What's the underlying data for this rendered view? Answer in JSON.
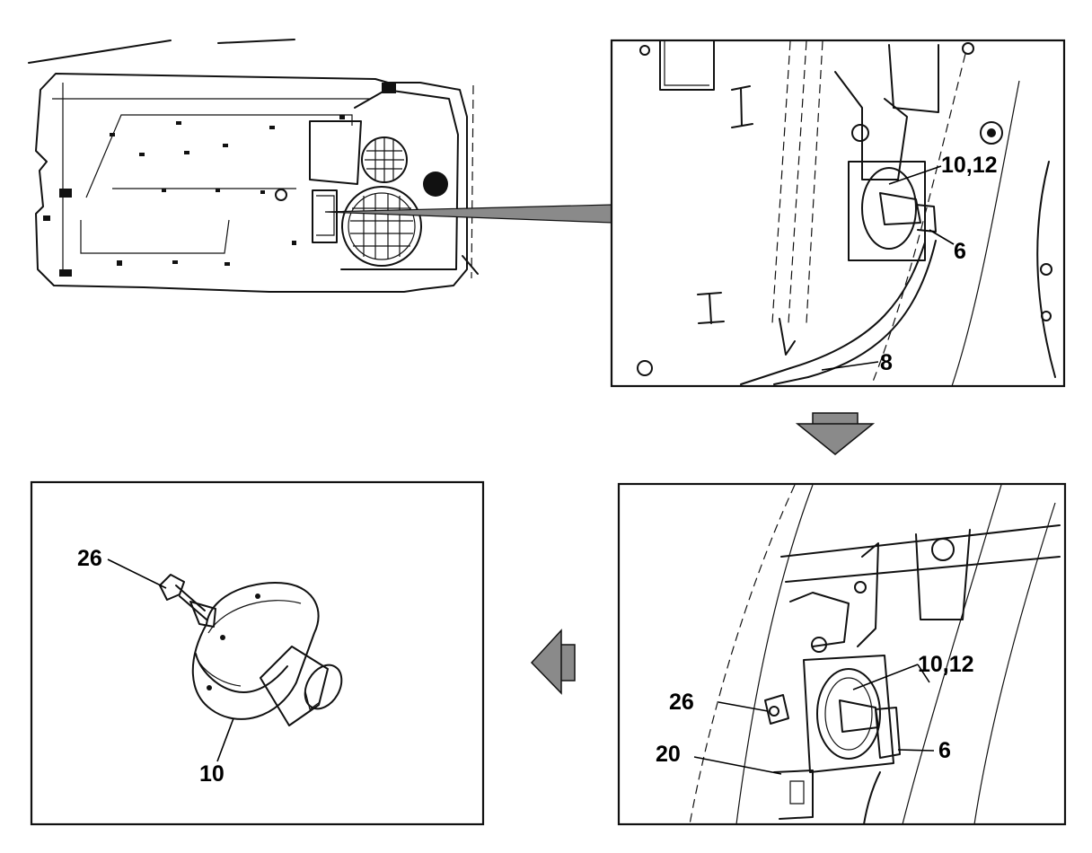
{
  "colors": {
    "ink": "#111111",
    "background": "#ffffff",
    "arrow_fill": "#8a8a8a"
  },
  "panels": {
    "overview": {
      "labels": []
    },
    "detail_top": {
      "labels": [
        "10,12",
        "6",
        "8"
      ]
    },
    "detail_bottom": {
      "labels": [
        "10,12",
        "26",
        "20",
        "6"
      ]
    },
    "part": {
      "labels": [
        "26",
        "10"
      ]
    }
  },
  "arrows": [
    "down-arrow-icon",
    "left-arrow-icon"
  ]
}
